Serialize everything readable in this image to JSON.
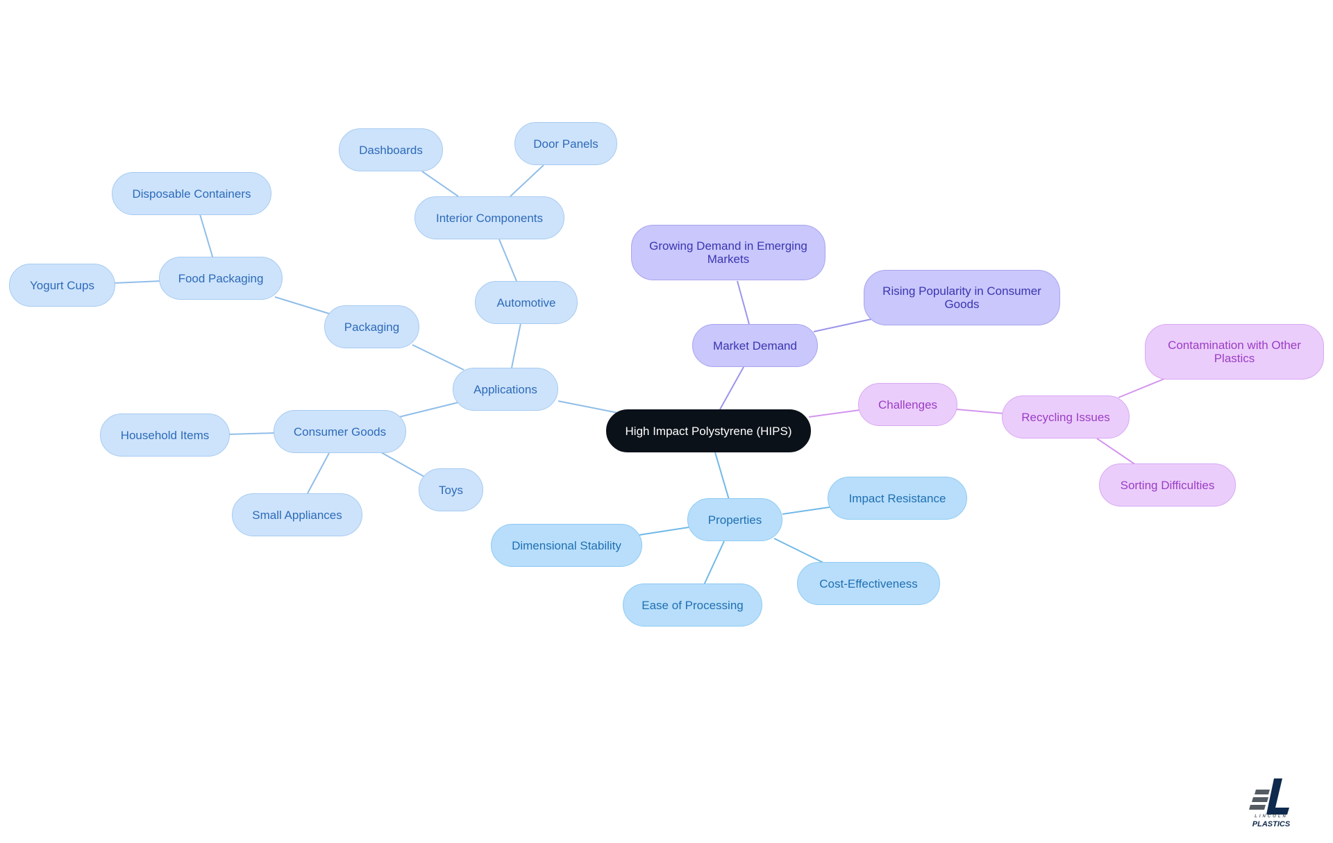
{
  "root": {
    "label": "High Impact Polystyrene (HIPS)"
  },
  "branches": {
    "applications": {
      "label": "Applications",
      "packaging": {
        "label": "Packaging",
        "food_packaging": {
          "label": "Food Packaging",
          "disposable_containers": "Disposable Containers",
          "yogurt_cups": "Yogurt Cups"
        }
      },
      "automotive": {
        "label": "Automotive",
        "interior_components": {
          "label": "Interior Components",
          "dashboards": "Dashboards",
          "door_panels": "Door Panels"
        }
      },
      "consumer_goods": {
        "label": "Consumer Goods",
        "household_items": "Household Items",
        "small_appliances": "Small Appliances",
        "toys": "Toys"
      }
    },
    "market_demand": {
      "label": "Market Demand",
      "growing_demand": "Growing Demand in Emerging Markets",
      "rising_popularity": "Rising Popularity in Consumer Goods"
    },
    "challenges": {
      "label": "Challenges",
      "recycling_issues": {
        "label": "Recycling Issues",
        "contamination": "Contamination with Other Plastics",
        "sorting": "Sorting Difficulties"
      }
    },
    "properties": {
      "label": "Properties",
      "impact_resistance": "Impact Resistance",
      "dimensional_stability": "Dimensional Stability",
      "ease_of_processing": "Ease of Processing",
      "cost_effectiveness": "Cost-Effectiveness"
    }
  },
  "colors": {
    "root_bg": "#0b1119",
    "applications": "#cde3fb",
    "properties": "#b8defb",
    "market_demand": "#c9c7fb",
    "challenges": "#ebcdfb",
    "edge_applications": "#8fbde8",
    "edge_properties": "#6fb8e6",
    "edge_market": "#9a94ea",
    "edge_challenges": "#d394ee"
  },
  "logo": {
    "line1": "LINCOLN",
    "line2": "PLASTICS"
  }
}
